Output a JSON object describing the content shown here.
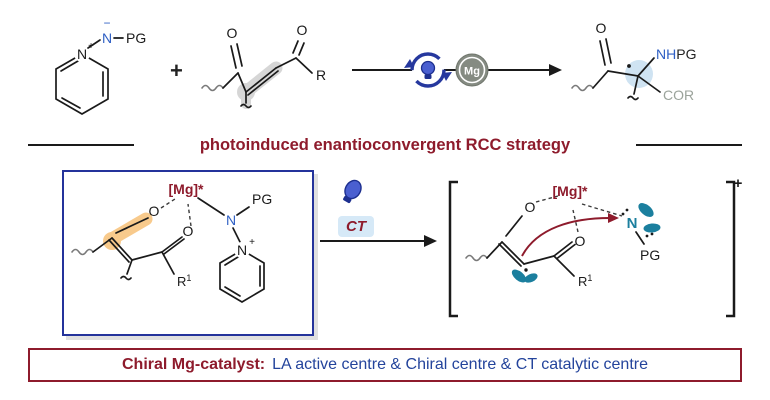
{
  "colors": {
    "dark_red": "#8e1b2c",
    "blue": "#2f5fc4",
    "navy_border": "#24339b",
    "teal": "#1b7f9e",
    "gray_text": "#9ba39b",
    "orange_highlight": "#f6b45c",
    "light_blue_highlight": "#cfe3f2",
    "gray_highlight": "#c9c9c9"
  },
  "reactant1": {
    "ring_n": "N",
    "ring_charge": "+",
    "n": "N",
    "n_charge": "−",
    "pg": "PG"
  },
  "plus_sign": "+",
  "reactant2": {
    "o_left": "O",
    "o_right": "O",
    "r": "R"
  },
  "conditions": {
    "mg_badge": "Mg"
  },
  "product": {
    "o": "O",
    "nh": "NH",
    "pg": "PG",
    "cor": "COR"
  },
  "divider_title": "photoinduced enantioconvergent RCC strategy",
  "complex_left": {
    "mg": "[Mg]*",
    "o_enol": "O",
    "o_keto": "O",
    "n": "N",
    "pg": "PG",
    "ring_n": "N",
    "ring_charge": "+",
    "r": "R",
    "r_sup": "1"
  },
  "ct_step": {
    "ct": "CT"
  },
  "complex_right": {
    "mg": "[Mg]*",
    "o_enol": "O",
    "o_keto": "O",
    "n": "N",
    "pg": "PG",
    "r": "R",
    "r_sup": "1",
    "charge": "+"
  },
  "caption": {
    "lead": "Chiral Mg-catalyst:",
    "body": "LA active centre & Chiral centre & CT catalytic centre"
  }
}
